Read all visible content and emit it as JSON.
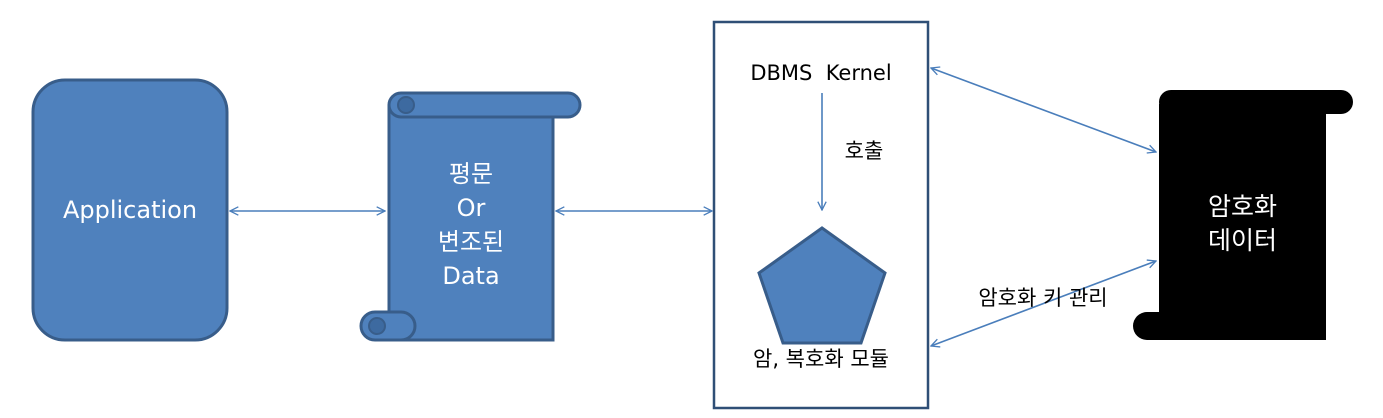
{
  "colors": {
    "shape_fill": "#4f81bd",
    "shape_stroke": "#385d8a",
    "arrow": "#4a7ebb",
    "black_scroll": "#000000",
    "box_stroke": "#2f4f76"
  },
  "nodes": {
    "application": {
      "label": "Application"
    },
    "plain_data": {
      "lines": [
        "평문",
        "Or",
        "변조된",
        "Data"
      ]
    },
    "dbms": {
      "kernel_label": "DBMS  Kernel",
      "call_label": "호출",
      "module_label": "암, 복호화 모듈"
    },
    "encrypted_data": {
      "lines": [
        "암호화",
        "데이터"
      ]
    }
  },
  "edges": {
    "key_management_label": "암호화 키 관리"
  }
}
